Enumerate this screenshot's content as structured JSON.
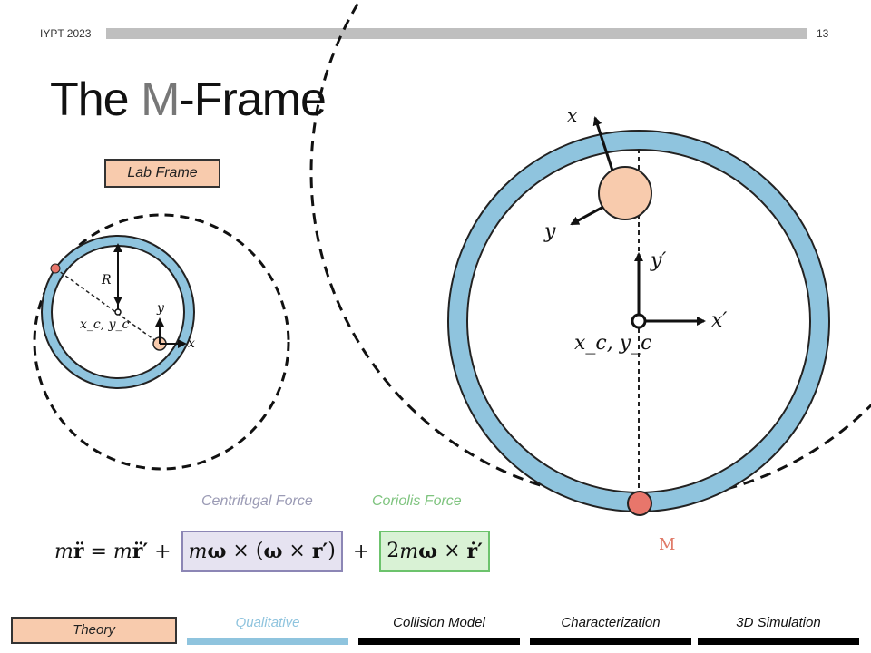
{
  "header": {
    "conference": "IYPT 2023",
    "page_number": "13"
  },
  "title": {
    "prefix": "The ",
    "highlight": "M",
    "suffix": "-Frame"
  },
  "lab_frame_label": "Lab Frame",
  "small_diagram": {
    "radius_label": "R",
    "center_label": "x_c, y_c",
    "x_axis": "x",
    "y_axis": "y"
  },
  "large_diagram": {
    "x_axis": "x",
    "y_axis": "y",
    "x_prime": "x′",
    "y_prime": "y′",
    "center_label": "x_c, y_c",
    "point_label": "M"
  },
  "forces": {
    "centrifugal": "Centrifugal Force",
    "coriolis": "Coriolis Force"
  },
  "colors": {
    "ring": "#8fc4de",
    "ball": "#f8cbad",
    "point_m": "#e8766b",
    "centrifugal_box": "#e6e3f1",
    "coriolis_box": "#d9f2d5"
  },
  "nav": {
    "theory": "Theory",
    "tabs": [
      {
        "label": "Qualitative",
        "state": "active"
      },
      {
        "label": "Collision Model",
        "state": "inactive"
      },
      {
        "label": "Characterization",
        "state": "inactive"
      },
      {
        "label": "3D Simulation",
        "state": "inactive"
      }
    ]
  }
}
